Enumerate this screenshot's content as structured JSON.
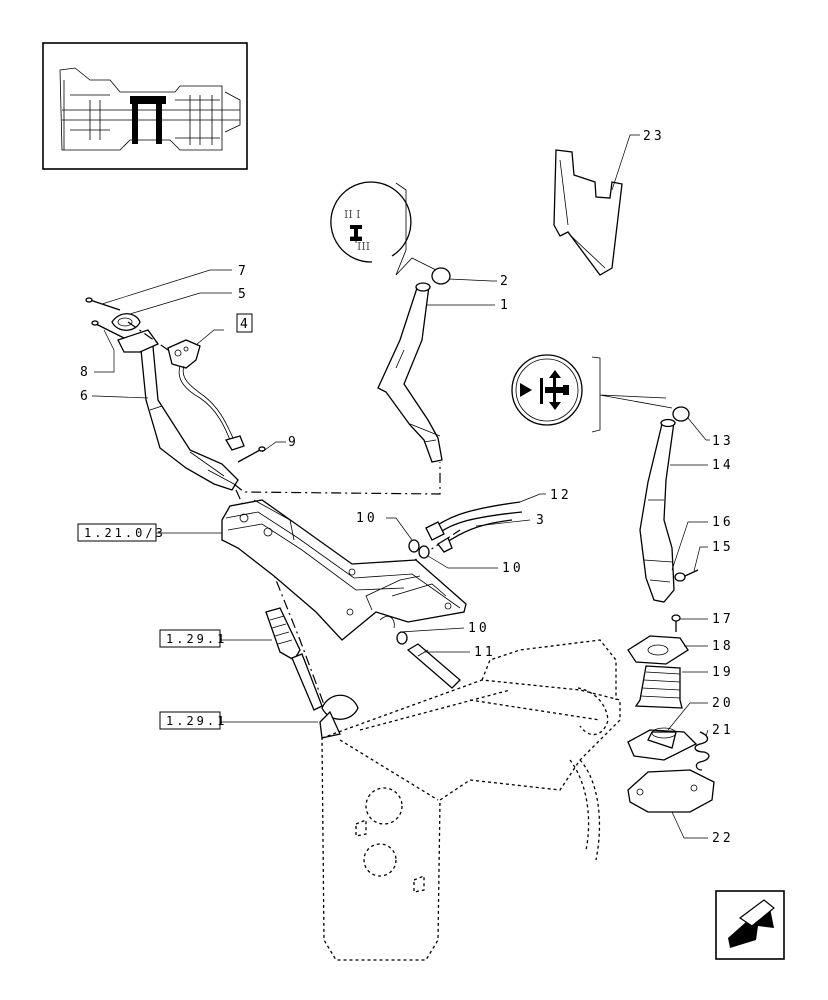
{
  "part_labels": {
    "p1": "1",
    "p2": "2",
    "p3": "3",
    "p4": "4",
    "p5": "5",
    "p6": "6",
    "p7": "7",
    "p8": "8",
    "p9": "9",
    "p10a": "10",
    "p10b": "10",
    "p10c": "10",
    "p11": "11",
    "p12": "12",
    "p13": "13",
    "p14": "14",
    "p15": "15",
    "p16": "16",
    "p17": "17",
    "p18": "18",
    "p19": "19",
    "p20": "20",
    "p21": "21",
    "p22": "22",
    "p23": "23"
  },
  "references": {
    "ref_a": "1.21.0/3",
    "ref_b": "1.29.1",
    "ref_c": "1.29.1"
  },
  "gear_knob_symbols": {
    "left_top": "II I",
    "left_bottom": "III"
  },
  "icons": {
    "locator": "transmission-locator-icon",
    "nav": "previous-page-arrow-icon"
  }
}
